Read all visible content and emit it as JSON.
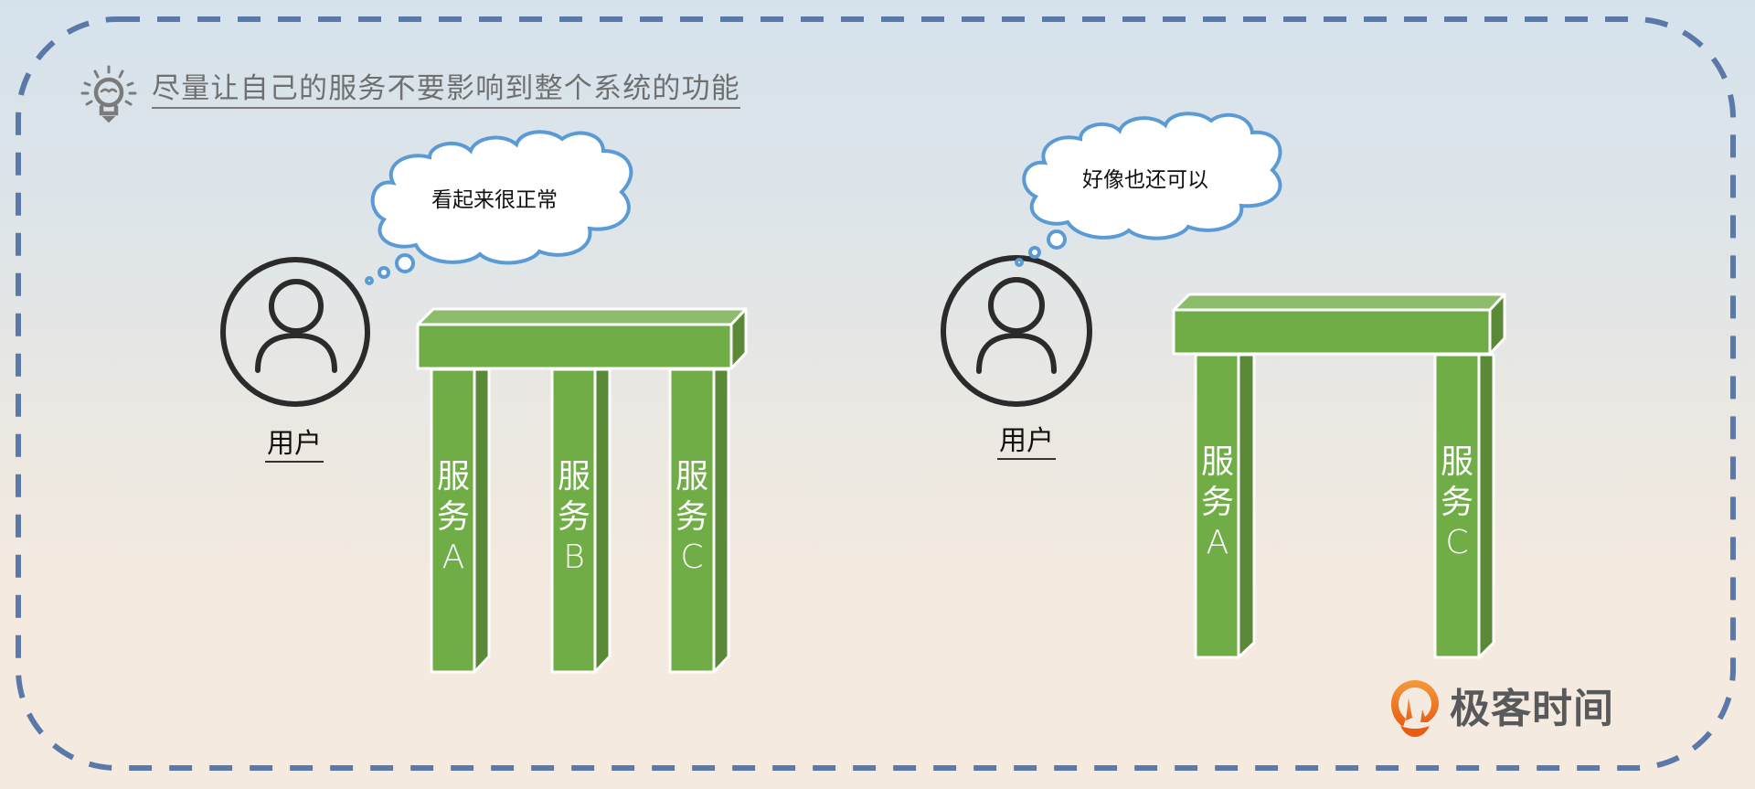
{
  "title": "尽量让自己的服务不要影响到整个系统的功能",
  "colors": {
    "border": "#5a78a8",
    "pillar_front": "#70ad47",
    "pillar_side": "#5a8a37",
    "pillar_top": "#8dbd6c",
    "cloud_stroke": "#5b9bd5",
    "text_gray": "#707070",
    "logo_orange": "#ec6a1f"
  },
  "left_scene": {
    "thought": "看起来很正常",
    "user_label": "用户",
    "pillars": [
      {
        "line1": "服",
        "line2": "务",
        "line3": "A"
      },
      {
        "line1": "服",
        "line2": "务",
        "line3": "B"
      },
      {
        "line1": "服",
        "line2": "务",
        "line3": "C"
      }
    ]
  },
  "right_scene": {
    "thought": "好像也还可以",
    "user_label": "用户",
    "pillars": [
      {
        "line1": "服",
        "line2": "务",
        "line3": "A"
      },
      {
        "line1": "服",
        "line2": "务",
        "line3": "C"
      }
    ]
  },
  "icons": {
    "title_icon": "lightbulb-icon",
    "user_icon": "user-icon",
    "logo_icon": "geektime-logo-icon"
  },
  "logo": {
    "text": "极客时间"
  }
}
